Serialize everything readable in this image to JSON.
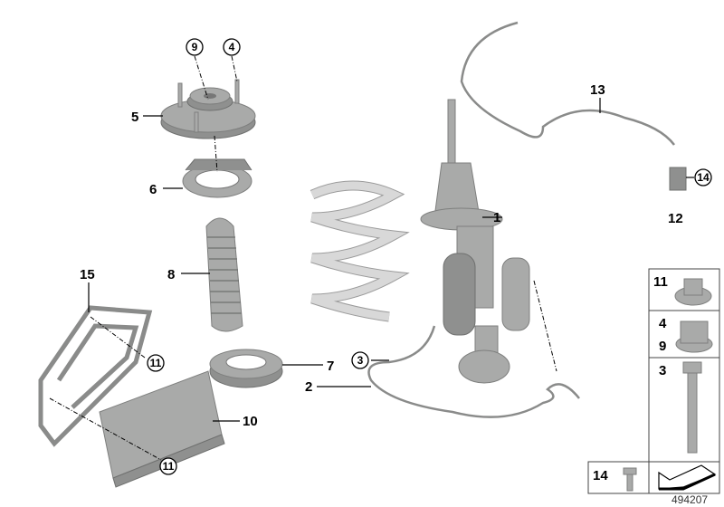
{
  "diagram_title": "",
  "callouts": {
    "p1": "1",
    "p2": "2",
    "p3": "3",
    "p4": "4",
    "p5": "5",
    "p6": "6",
    "p7": "7",
    "p8": "8",
    "p9": "9",
    "p10": "10",
    "p11a": "11",
    "p11b": "11",
    "p12": "12",
    "p13": "13",
    "p14": "14",
    "p15": "15"
  },
  "legend_panel": {
    "row_11": "11",
    "row_4": "4",
    "row_9": "9",
    "row_3": "3",
    "row_14": "14"
  },
  "reference_number": "494207",
  "colors": {
    "part_gray": "#a9aaa9",
    "spring_white": "#e8e8e8",
    "line": "#000000"
  }
}
